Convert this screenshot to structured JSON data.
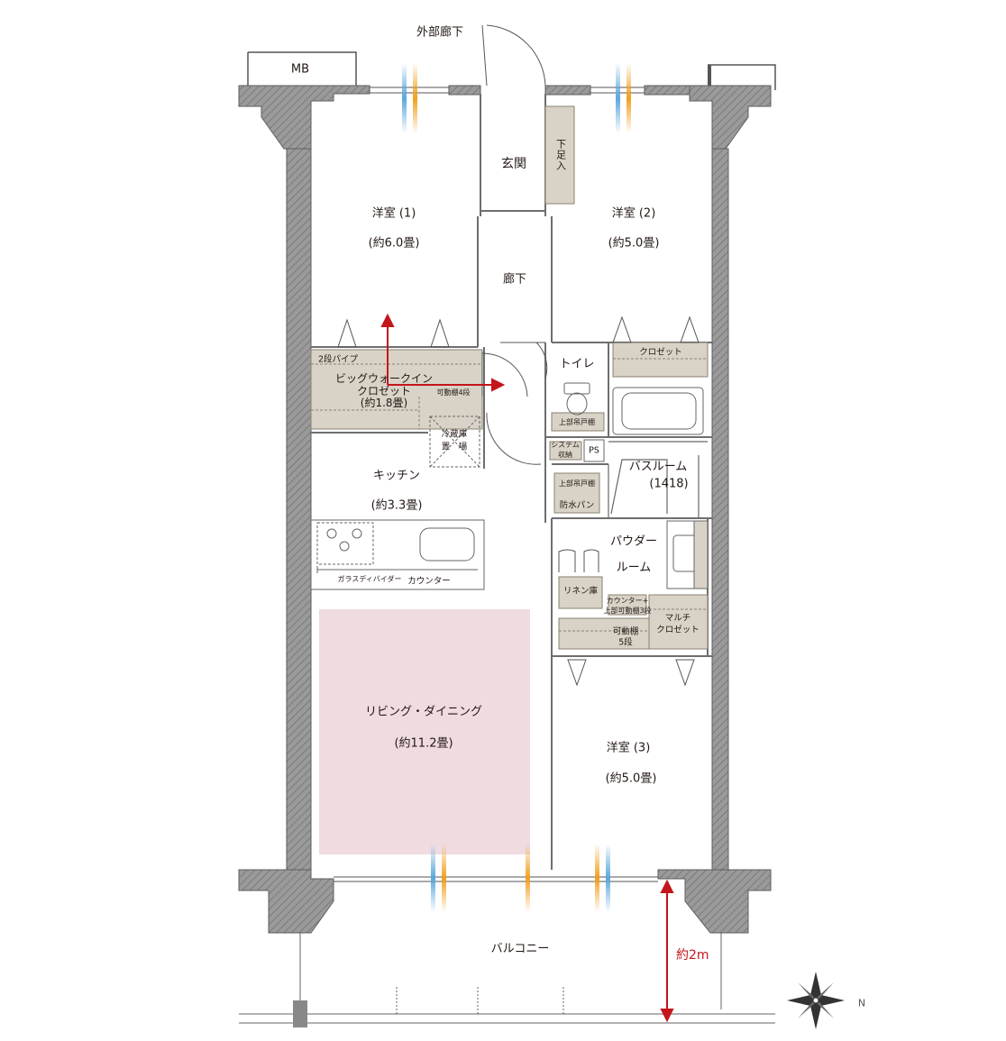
{
  "labels": {
    "outer_corridor": "外部廊下",
    "mb": "MB",
    "entrance": "玄関",
    "shoe_storage": "下足入",
    "western1": "洋室 (1)",
    "western1_size": "(約6.0畳)",
    "western2": "洋室 (2)",
    "western2_size": "(約5.0畳)",
    "hallway": "廊下",
    "closet": "クロゼット",
    "toilet": "トイレ",
    "double_pipe": "2段パイプ",
    "big_wic_1": "ビッグウォークイン",
    "big_wic_2": "クロゼット",
    "big_wic_size": "(約1.8畳)",
    "movable_shelf_4": "可動棚4段",
    "upper_cabinet_1": "上部吊戸棚",
    "upper_cabinet_2": "上部吊戸棚",
    "fridge_1": "冷蔵庫",
    "fridge_2": "置　場",
    "system_storage_1": "システム",
    "system_storage_2": "収納",
    "ps": "PS",
    "kitchen": "キッチン",
    "kitchen_size": "(約3.3畳)",
    "bathroom": "バスルーム",
    "bathroom_size": "(1418)",
    "waterproof_pan": "防水パン",
    "powder_1": "パウダー",
    "powder_2": "ルーム",
    "glass_divider": "ガラスディバイダー",
    "counter": "カウンター",
    "linen": "リネン庫",
    "counter_upper_1": "カウンター+",
    "counter_upper_2": "上部可動棚3段",
    "multi_closet_1": "マルチ",
    "multi_closet_2": "クロゼット",
    "movable_shelf_5_1": "可動棚",
    "movable_shelf_5_2": "5段",
    "living": "リビング・ダイニング",
    "living_size": "(約11.2畳)",
    "western3": "洋室 (3)",
    "western3_size": "(約5.0畳)",
    "balcony": "バルコニー",
    "balcony_depth": "約2m",
    "north": "N"
  },
  "colors": {
    "wall": "#8c8c8c",
    "wall_dark": "#6e6e6e",
    "storage": "#d9d3c7",
    "living_tint": "#efdbe0",
    "accent_red": "#c3161c",
    "vent_blue": "#5aa8dc",
    "vent_orange": "#f0a020"
  }
}
